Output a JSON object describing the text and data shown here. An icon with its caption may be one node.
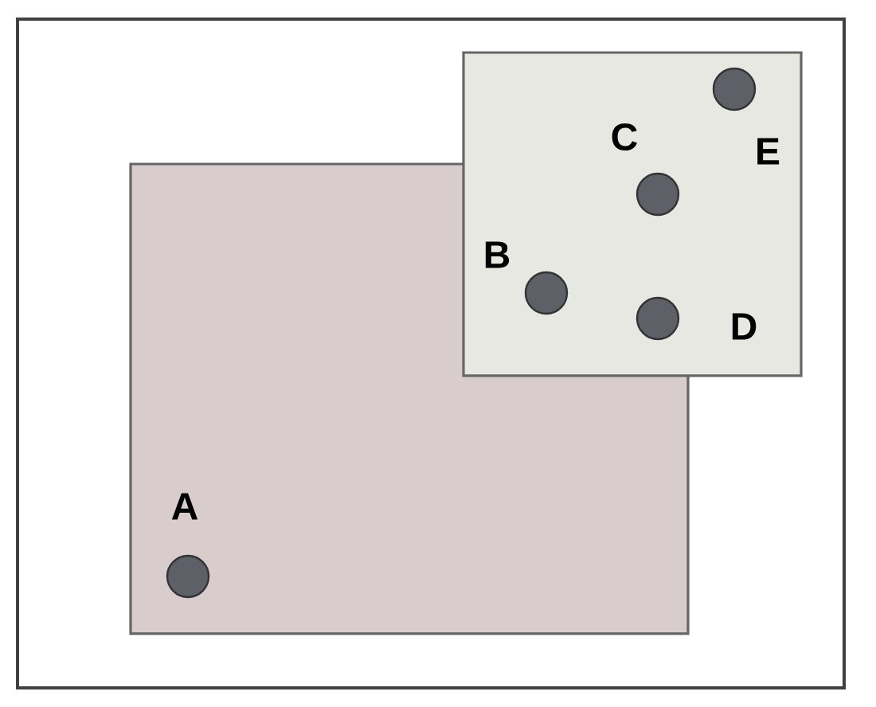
{
  "diagram": {
    "nodes": [
      {
        "text": [],
        "shape": "box"
      },
      {
        "text": [],
        "shape": "box"
      },
      {
        "text": [],
        "shape": "circle",
        "beside": [
          "A"
        ],
        "in": 0
      },
      {
        "text": [],
        "shape": "circle",
        "beside": [
          "B"
        ]
      },
      {
        "text": [],
        "shape": "circle",
        "beside": [
          "C"
        ]
      },
      {
        "text": [],
        "shape": "circle",
        "beside": [
          "D"
        ]
      },
      {
        "text": [],
        "shape": "circle",
        "beside": [
          "E"
        ],
        "in": 1
      }
    ]
  }
}
